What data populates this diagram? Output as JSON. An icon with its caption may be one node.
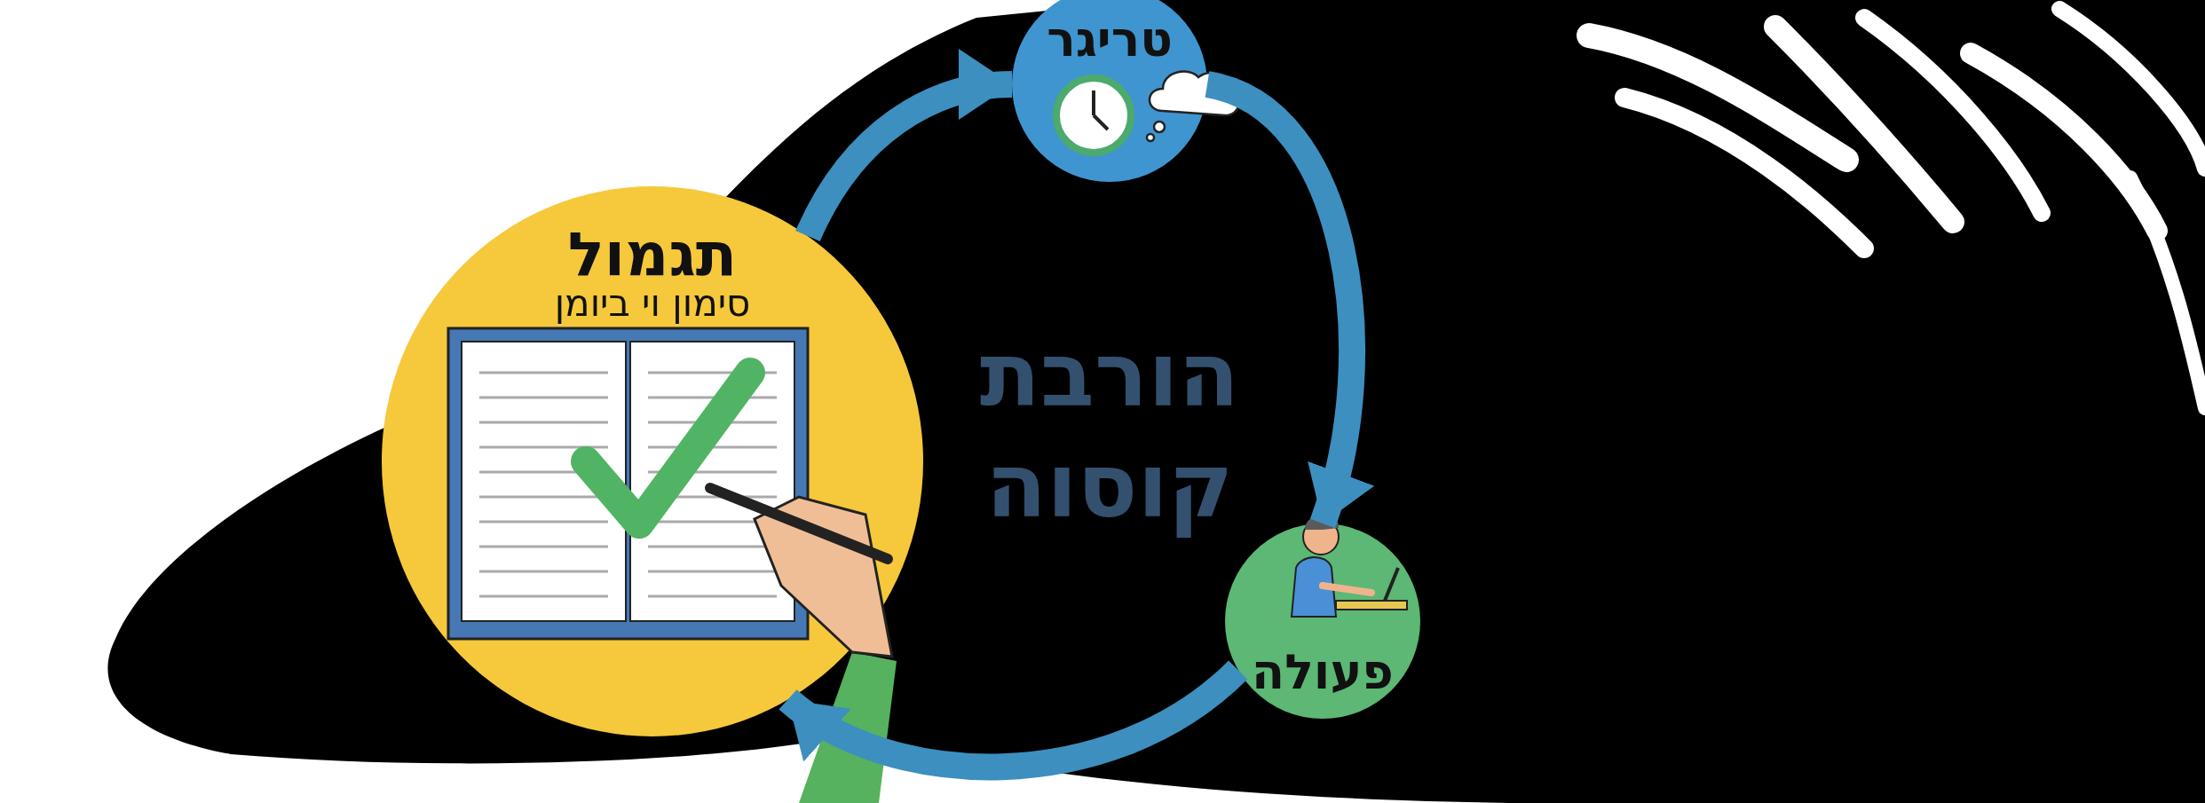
{
  "diagram": {
    "nodes": [
      {
        "text": [
          "טריגר"
        ]
      },
      {
        "text": [
          "פעולה"
        ]
      },
      {
        "text": [
          "תגמול",
          "סימון וי ביומן"
        ]
      }
    ],
    "edges": [
      {
        "from": 0,
        "to": 1,
        "arrow": "to"
      },
      {
        "from": 1,
        "to": 2,
        "arrow": "to"
      },
      {
        "from": 2,
        "to": 0,
        "arrow": "to"
      }
    ],
    "labels": [
      "הורבת קוסוה"
    ]
  }
}
